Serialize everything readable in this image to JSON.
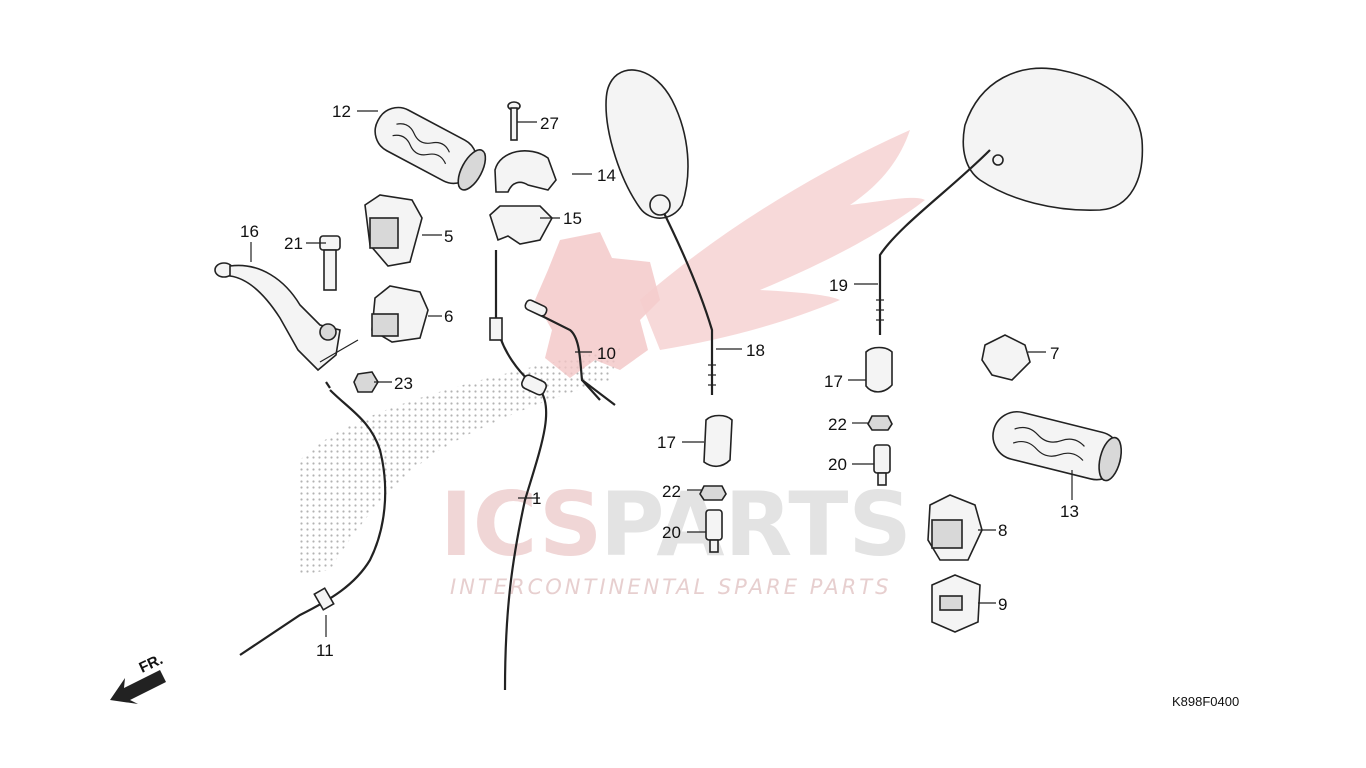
{
  "diagram": {
    "drawing_code": "K898F0400",
    "direction_label": "FR.",
    "watermark": {
      "brand_left": "ICS",
      "brand_right": "PARTS",
      "tagline": "INTERCONTINENTAL SPARE PARTS"
    },
    "callouts": [
      {
        "id": "c1",
        "label": "1"
      },
      {
        "id": "c5",
        "label": "5"
      },
      {
        "id": "c6",
        "label": "6"
      },
      {
        "id": "c7",
        "label": "7"
      },
      {
        "id": "c8",
        "label": "8"
      },
      {
        "id": "c9",
        "label": "9"
      },
      {
        "id": "c10",
        "label": "10"
      },
      {
        "id": "c11",
        "label": "11"
      },
      {
        "id": "c12",
        "label": "12"
      },
      {
        "id": "c13",
        "label": "13"
      },
      {
        "id": "c14",
        "label": "14"
      },
      {
        "id": "c15",
        "label": "15"
      },
      {
        "id": "c16",
        "label": "16"
      },
      {
        "id": "c17a",
        "label": "17"
      },
      {
        "id": "c17b",
        "label": "17"
      },
      {
        "id": "c18",
        "label": "18"
      },
      {
        "id": "c19",
        "label": "19"
      },
      {
        "id": "c20a",
        "label": "20"
      },
      {
        "id": "c20b",
        "label": "20"
      },
      {
        "id": "c21",
        "label": "21"
      },
      {
        "id": "c22a",
        "label": "22"
      },
      {
        "id": "c22b",
        "label": "22"
      },
      {
        "id": "c23",
        "label": "23"
      },
      {
        "id": "c27",
        "label": "27"
      }
    ]
  }
}
